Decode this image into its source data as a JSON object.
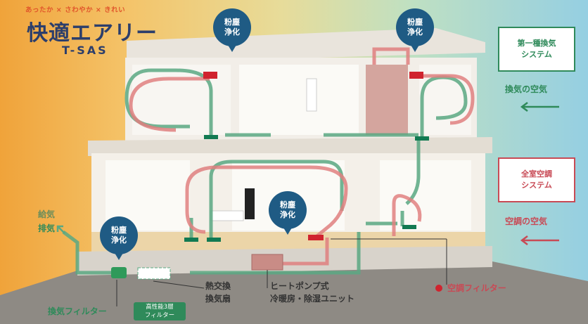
{
  "header": {
    "tagline": "あったか × さわやか × きれい",
    "logo_text": "快適エアリー",
    "logo_sub": "T-SAS"
  },
  "bubbles": [
    {
      "line1": "粉塵",
      "line2": "浄化"
    },
    {
      "line1": "粉塵",
      "line2": "浄化"
    },
    {
      "line1": "粉塵",
      "line2": "浄化"
    },
    {
      "line1": "粉塵",
      "line2": "浄化"
    }
  ],
  "legend": {
    "ventilation": {
      "line1": "第一種換気",
      "line2": "システム",
      "caption": "換気の空気",
      "color": "#2f8a5a"
    },
    "aircon": {
      "line1": "全室空調",
      "line2": "システム",
      "caption": "空調の空気",
      "color": "#c84a55"
    }
  },
  "labels": {
    "supply": "給気",
    "exhaust": "排気",
    "heat_exchange_line1": "熱交換",
    "heat_exchange_line2": "換気扇",
    "heatpump_line1": "ヒートポンプ式",
    "heatpump_line2": "冷暖房・除湿ユニット",
    "ac_filter": "空調フィルター",
    "vent_filter": "換気フィルター",
    "hp_filter_line1": "高性能3層",
    "hp_filter_line2": "フィルター"
  },
  "colors": {
    "ventilation_flow": "#5aa882",
    "aircon_flow": "#e08080",
    "bubble": "#1f5b84"
  }
}
